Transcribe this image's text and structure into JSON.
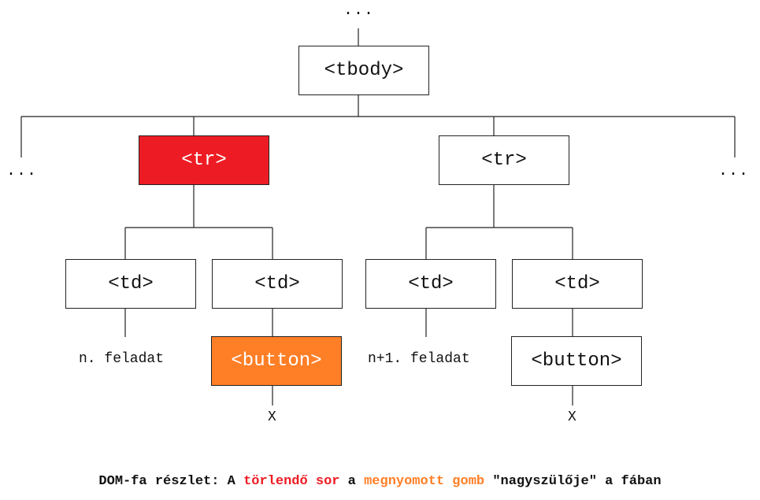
{
  "colors": {
    "highlight_row": "#ed1c24",
    "highlight_button": "#ff7f27"
  },
  "tree": {
    "top_ellipsis": "...",
    "left_ellipsis": "...",
    "right_ellipsis": "...",
    "tbody": "<tbody>",
    "tr_left": "<tr>",
    "tr_right": "<tr>",
    "td_1": "<td>",
    "td_2": "<td>",
    "td_3": "<td>",
    "td_4": "<td>",
    "text_1": "n. feladat",
    "button_1": "<button>",
    "x_1": "X",
    "text_2": "n+1. feladat",
    "button_2": "<button>",
    "x_2": "X"
  },
  "caption": {
    "part1": "DOM-fa részlet: A ",
    "highlight_red": "törlendő sor",
    "part2": " a ",
    "highlight_orange": "megnyomott gomb",
    "part3": " \"nagyszülője\" a fában"
  }
}
